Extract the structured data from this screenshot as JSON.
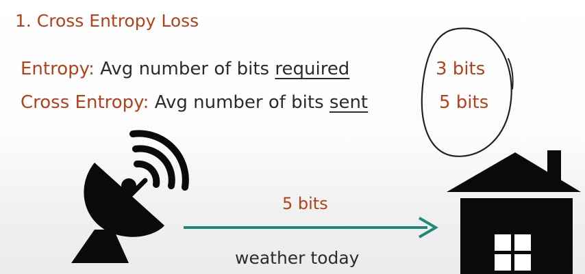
{
  "title": "1. Cross Entropy Loss",
  "entropy": {
    "term": "Entropy:",
    "desc_prefix": "Avg number of bits",
    "desc_emph": "required",
    "value": "3 bits"
  },
  "cross_entropy": {
    "term": "Cross Entropy:",
    "desc_prefix": "Avg number of bits",
    "desc_emph": "sent",
    "value": "5 bits"
  },
  "transmission": {
    "label": "5 bits",
    "caption": "weather today"
  },
  "colors": {
    "accent": "#b5401c",
    "arrow": "#1f8a78",
    "text": "#2b2b2b"
  },
  "icons": [
    "satellite-dish-icon",
    "house-icon",
    "arrow-right-icon",
    "hand-drawn-circle"
  ]
}
